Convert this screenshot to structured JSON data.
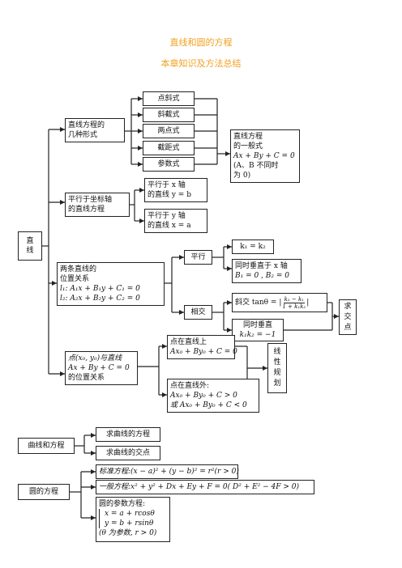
{
  "title": "直线和圆的方程",
  "subtitle": "本章知识及方法总结",
  "root": {
    "line1": "直",
    "line2": "线"
  },
  "forms": {
    "label_line1": "直线方程的",
    "label_line2": "几种形式",
    "items": [
      "点斜式",
      "斜截式",
      "两点式",
      "截距式",
      "参数式"
    ],
    "general": {
      "line1": "直线方程",
      "line2": "的一般式",
      "line3": "Ax + By + C = 0",
      "line4": "(A、B 不同时",
      "line5": "为 0)"
    }
  },
  "parallel_axis": {
    "label_line1": "平行于坐标轴",
    "label_line2": "的直线方程",
    "x_axis_line1": "平行于 x 轴",
    "x_axis_line2": "的直线 y = b",
    "y_axis_line1": "平行于 y 轴",
    "y_axis_line2": "的直线 x = a"
  },
  "two_lines": {
    "label_line1": "两条直线的",
    "label_line2": "位置关系",
    "l1": "l₁: A₁x + B₁y + C₁ = 0",
    "l2": "l₂: A₂x + B₂y + C₂ = 0",
    "parallel": "平行",
    "k_equal": "k₁ = k₂",
    "perp_x_line1": "同时垂直于 x 轴",
    "perp_x_line2": "B₁ = 0 , B₂ = 0",
    "intersect": "相交",
    "oblique_prefix": "斜交 tanθ = |",
    "oblique_num": "k₂ − k₁",
    "oblique_den": "1 + k₁k₂",
    "oblique_suffix": "|",
    "perp_line1": "同时垂直",
    "perp_line2": "k₁k₂ = −1",
    "intersection_point": [
      "求",
      "交",
      "点"
    ]
  },
  "point_line": {
    "label_line1": "点(x₀, y₀)与直线",
    "label_line2": "Ax + By + C = 0",
    "label_line3": "的位置关系",
    "on_line1": "点在直线上",
    "on_line2": "Ax₀ + By₀ + C = 0",
    "off_line1": "点在直线外:",
    "off_line2": "Ax₀ + By₀ + C > 0",
    "off_line3": "或 Ax₀ + By₀ + C < 0",
    "linear_programming": [
      "线",
      "性",
      "规",
      "划"
    ]
  },
  "curves": {
    "label": "曲线和方程",
    "item1": "求曲线的方程",
    "item2": "求曲线的交点"
  },
  "circle": {
    "label": "圆的方程",
    "standard": "标准方程:(x − a)² + (y − b)² = r²(r > 0)",
    "general": "一般方程:x² + y² + Dx + Ey + F = 0( D² + E² − 4F > 0)",
    "param_title": "圆的参数方程:",
    "param_x": "x = a + rcosθ",
    "param_y": "y = b + rsinθ",
    "param_note": "(θ 为参数, r > 0)"
  }
}
